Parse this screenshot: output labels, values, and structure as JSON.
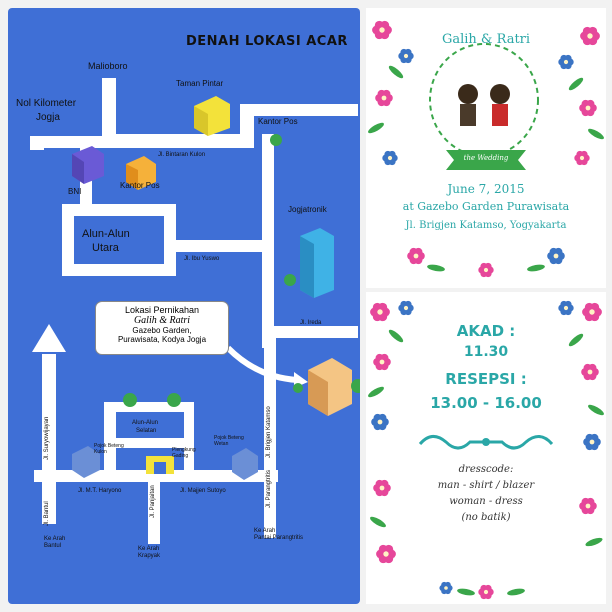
{
  "map": {
    "title": "DENAH LOKASI ACAR",
    "labels": {
      "malioboro": "Malioboro",
      "taman_pintar": "Taman Pintar",
      "nol_km": "Nol Kilometer",
      "jogja": "Jogja",
      "kantor_pos_top": "Kantor Pos",
      "bintaran": "Jl. Bintaran Kulon",
      "kantor_pos": "Kantor Pos",
      "bni": "BNI",
      "alun_utara_1": "Alun-Alun",
      "alun_utara_2": "Utara",
      "jogjatronik": "Jogjatronik",
      "ibu_yuswo": "Jl. Ibu Yuswo",
      "ireda": "Jl. Ireda",
      "alun_selatan_1": "Alun-Alun",
      "alun_selatan_2": "Selatan",
      "pojok_kulon": "Pojok Beteng\nKulon",
      "plengkung": "Plengkung\nGading",
      "pojok_wetan": "Pojok Beteng\nWetan",
      "suryowijayan": "Jl. Suryowijayan",
      "brigjen": "Jl. Brigjen Katamso",
      "parangtritis": "Jl. Parangtritis",
      "bantul_road": "Jl. Bantul",
      "mt_haryono": "Jl. M.T. Haryono",
      "panjaitan": "Jl. Panjaitan",
      "majjen": "Jl. Majjen Sutoyo",
      "ke_bantul": "Ke Arah\nBantul",
      "ke_krapyak": "Ke Arah\nKrapyak",
      "ke_parangtritis": "Ke Arah\nPantai Parangtritis"
    },
    "callout": {
      "line1": "Lokasi Pernikahan",
      "line2": "Galih & Ratri",
      "line3": "Gazebo Garden,",
      "line4": "Purawisata, Kodya Jogja"
    }
  },
  "invite": {
    "names": "Galih & Ratri",
    "ribbon": "the Wedding",
    "date": "June 7, 2015",
    "venue": "at Gazebo Garden Purawisata",
    "address": "Jl. Brigjen Katamso, Yogyakarta"
  },
  "schedule": {
    "akad_label": "AKAD :",
    "akad_time": "11.30",
    "resepsi_label": "RESEPSI :",
    "resepsi_time": "13.00 - 16.00",
    "dresscode_label": "dresscode:",
    "man": "man - shirt / blazer",
    "woman": "woman - dress",
    "note": "(no batik)"
  },
  "colors": {
    "map_bg": "#3f6fd6",
    "road": "#ffffff",
    "teal_text": "#2aa7a7",
    "leaf": "#3aa64a",
    "flower_pink": "#e6479a",
    "flower_blue": "#3b74c4"
  }
}
